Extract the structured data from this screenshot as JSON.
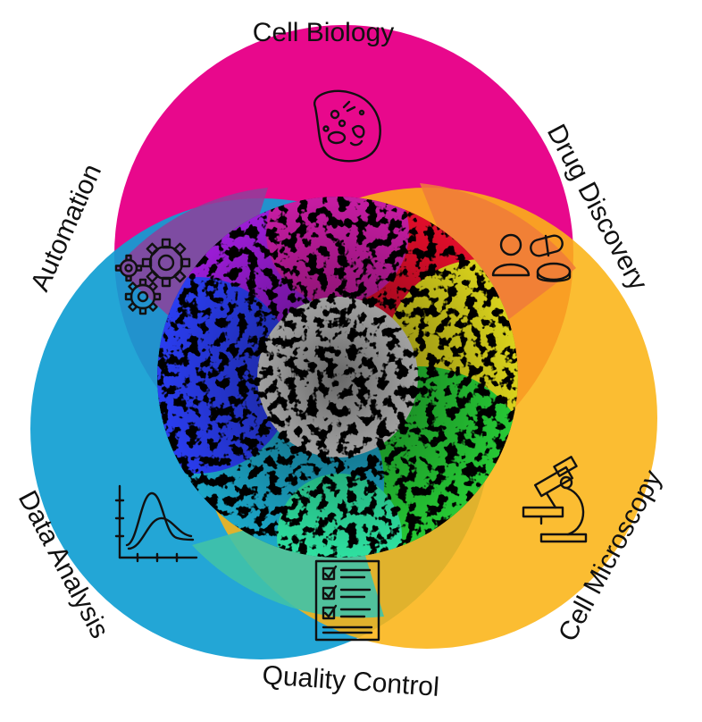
{
  "diagram": {
    "labels": {
      "cell_biology": "Cell Biology",
      "drug_discovery": "Drug Discovery",
      "automation": "Automation",
      "data_analysis": "Data Analysis",
      "cell_microscopy": "Cell Microscopy",
      "quality_control": "Quality Control"
    },
    "colors": {
      "circle_top": "#e8088c",
      "circle_left": "#109ed3",
      "circle_right": "#fbb416",
      "center": "#000000"
    },
    "icons": {
      "cell_biology": "cell-icon",
      "drug_discovery": "person-pills-icon",
      "automation": "gears-icon",
      "data_analysis": "distribution-chart-icon",
      "cell_microscopy": "microscope-icon",
      "quality_control": "checklist-icon"
    }
  }
}
